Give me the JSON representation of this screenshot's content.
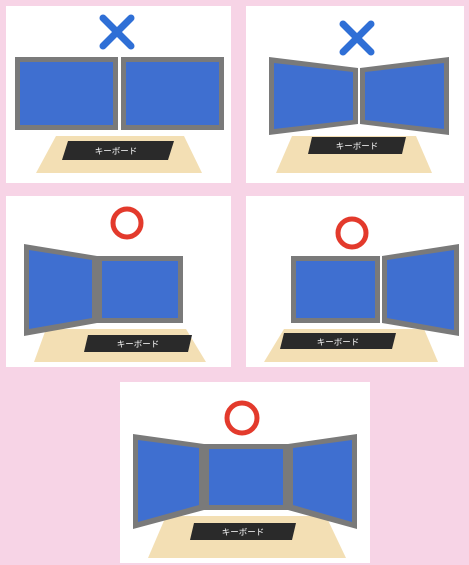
{
  "colors": {
    "background": "#f7d4e6",
    "panel": "#ffffff",
    "desk": "#f3dfb4",
    "keyboard": "#2a2a2a",
    "monitor_frame": "#7a7a7a",
    "screen": "#3f6fd0",
    "cross_mark": "#2f6fd6",
    "circle_mark": "#e33a2c"
  },
  "panels": [
    {
      "verdict": "cross",
      "keyboard_label": "キーボード"
    },
    {
      "verdict": "cross",
      "keyboard_label": "キーボード"
    },
    {
      "verdict": "circle",
      "keyboard_label": "キーボード"
    },
    {
      "verdict": "circle",
      "keyboard_label": "キーボード"
    },
    {
      "verdict": "circle",
      "keyboard_label": "キーボード"
    }
  ]
}
